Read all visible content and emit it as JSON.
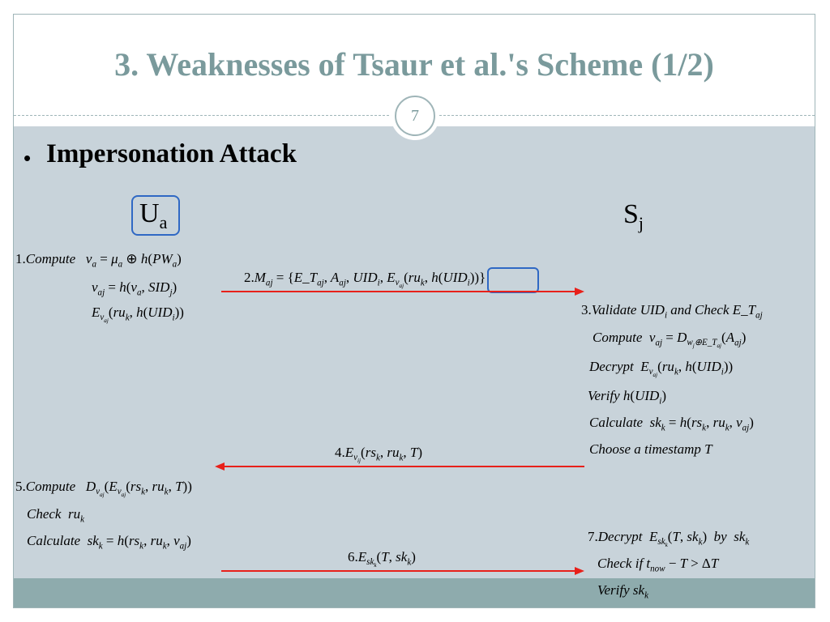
{
  "slide": {
    "title": "3. Weaknesses of Tsaur et al.'s Scheme (1/2)",
    "page_number": "7",
    "bullet": "Impersonation Attack",
    "bullet_marker": "•"
  },
  "parties": {
    "user_base": "U",
    "user_sub": "a",
    "server_base": "S",
    "server_sub": "j"
  },
  "colors": {
    "title": "#7a9a9c",
    "body_background": "#c8d3da",
    "footer_bar": "#8eabad",
    "arrow": "#e8201a",
    "highlight_box": "#2f68c4"
  },
  "steps": {
    "s1_compute": "1.Compute  v_a = μ_a ⊕ h(PW_a)",
    "s1_vaj": "v_aj = h(v_a , SID_j )",
    "s1_enc": "E_v_aj (ru_k , h(UID_i ))",
    "s2_msg": "2.M_aj = {E_T_aj , A_aj , UID_i , E_v_aj (ru_k , h(UID_i ))}",
    "s3_validate": "3.Validate UID_i and Check E_T_aj",
    "s3_compute": "Compute  v_aj = D_(w_j ⊕ E_T_aj) (A_aj )",
    "s3_decrypt": "Decrypt  E_v_aj (ru_k , h(UID_i ))",
    "s3_verify": "Verify h(UID_i )",
    "s3_calc": "Calculate  sk_k = h(rs_k , ru_k , v_aj )",
    "s3_choose": "Choose a timestamp T",
    "s4_msg": "4.E_v_ij (rs_k , ru_k , T)",
    "s5_compute": "5.Compute  D_v_aj (E_v_aj (rs_k , ru_k , T))",
    "s5_check": "Check  ru_k",
    "s5_calc": "Calculate  sk_k = h(rs_k , ru_k , v_aj )",
    "s6_msg": "6.E_sk_k (T , sk_k )",
    "s7_decrypt": "7.Decrypt  E_sk_k (T , sk_k )  by  sk_k",
    "s7_check": "Check if t_now − T > ΔT",
    "s7_verify": "Verify sk_k"
  }
}
